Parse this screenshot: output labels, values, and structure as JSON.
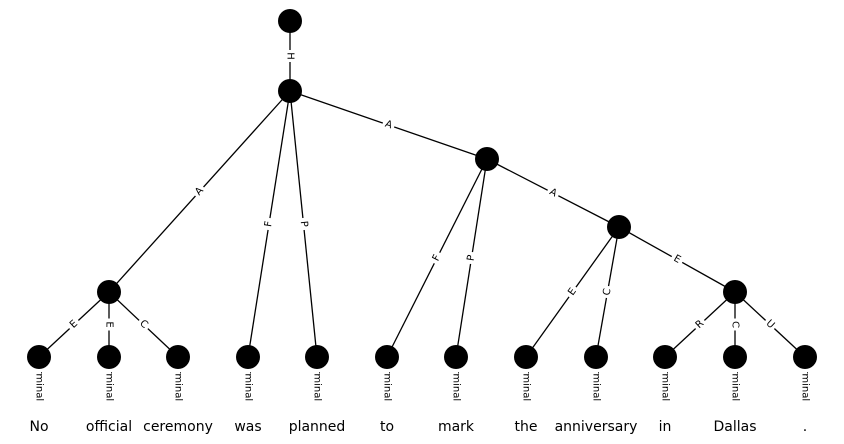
{
  "tree": {
    "terminal_label": "Terminal",
    "nodes": [
      {
        "id": "root"
      },
      {
        "id": "n1"
      },
      {
        "id": "n_a1"
      },
      {
        "id": "n_a2"
      },
      {
        "id": "n_a3"
      },
      {
        "id": "n_e"
      },
      {
        "id": "t0",
        "word": "No"
      },
      {
        "id": "t1",
        "word": "official"
      },
      {
        "id": "t2",
        "word": "ceremony"
      },
      {
        "id": "t3",
        "word": "was"
      },
      {
        "id": "t4",
        "word": "planned"
      },
      {
        "id": "t5",
        "word": "to"
      },
      {
        "id": "t6",
        "word": "mark"
      },
      {
        "id": "t7",
        "word": "the"
      },
      {
        "id": "t8",
        "word": "anniversary"
      },
      {
        "id": "t9",
        "word": "in"
      },
      {
        "id": "t10",
        "word": "Dallas"
      },
      {
        "id": "t11",
        "word": "."
      }
    ],
    "edges": [
      {
        "from": "root",
        "to": "n1",
        "label": "H"
      },
      {
        "from": "n1",
        "to": "n_a1",
        "label": "A"
      },
      {
        "from": "n1",
        "to": "t3",
        "label": "F"
      },
      {
        "from": "n1",
        "to": "t4",
        "label": "P"
      },
      {
        "from": "n1",
        "to": "n_a2",
        "label": "A"
      },
      {
        "from": "n_a1",
        "to": "t0",
        "label": "E"
      },
      {
        "from": "n_a1",
        "to": "t1",
        "label": "E"
      },
      {
        "from": "n_a1",
        "to": "t2",
        "label": "C"
      },
      {
        "from": "n_a2",
        "to": "t5",
        "label": "F"
      },
      {
        "from": "n_a2",
        "to": "t6",
        "label": "P"
      },
      {
        "from": "n_a2",
        "to": "n_a3",
        "label": "A"
      },
      {
        "from": "n_a3",
        "to": "t7",
        "label": "E"
      },
      {
        "from": "n_a3",
        "to": "t8",
        "label": "C"
      },
      {
        "from": "n_a3",
        "to": "n_e",
        "label": "E"
      },
      {
        "from": "n_e",
        "to": "t9",
        "label": "R"
      },
      {
        "from": "n_e",
        "to": "t10",
        "label": "C"
      },
      {
        "from": "n_e",
        "to": "t11",
        "label": "U"
      }
    ]
  }
}
